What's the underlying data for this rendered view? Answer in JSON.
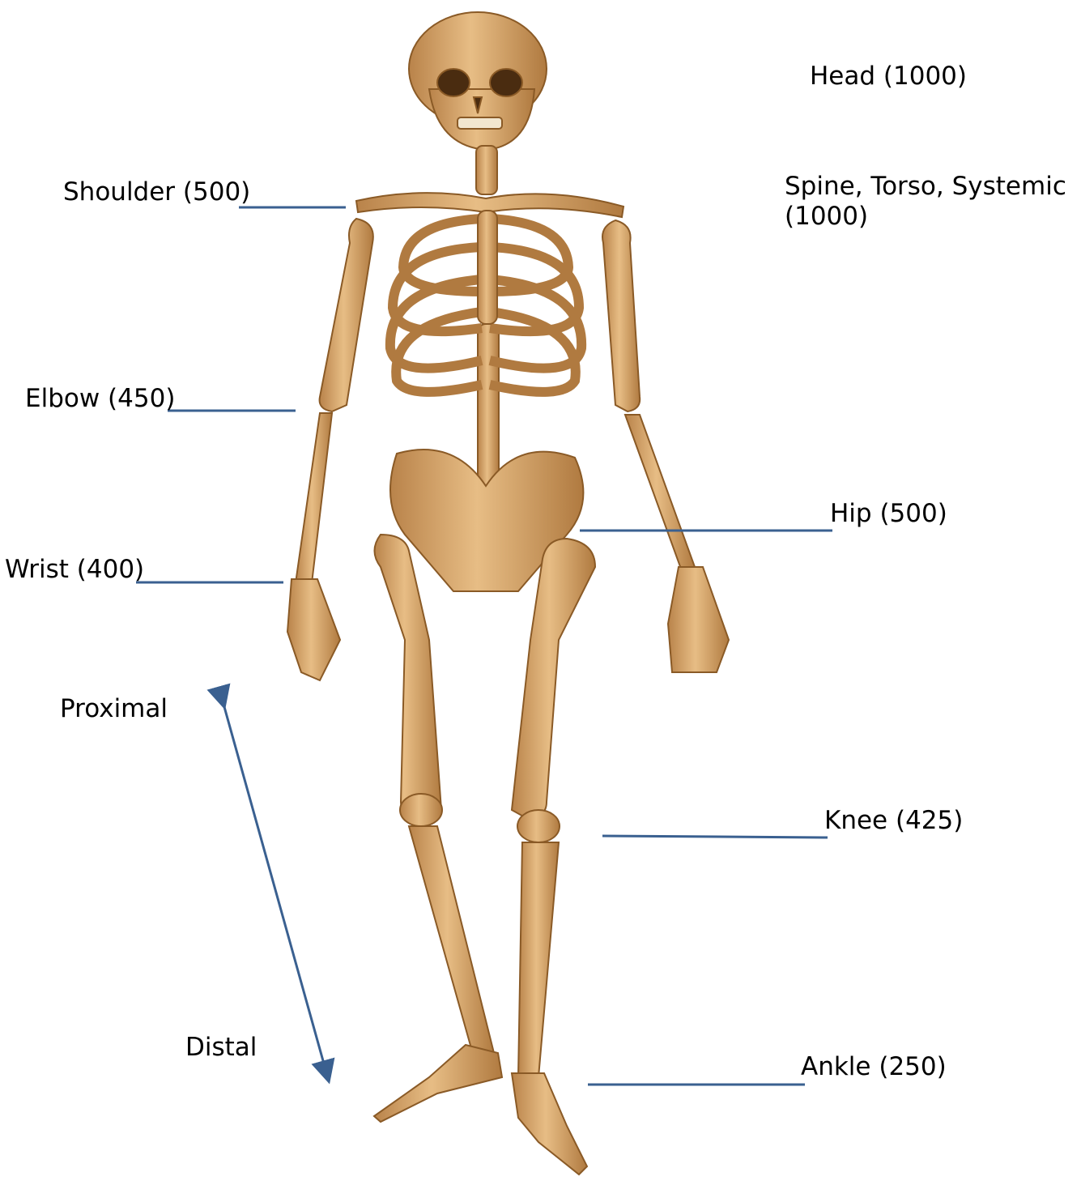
{
  "colors": {
    "leader_line": "#3a6090",
    "bone": "#d9a464",
    "bone_shadow": "#a9753a",
    "bone_highlight": "#f0cc97"
  },
  "labels": {
    "head": "Head (1000)",
    "spine": "Spine, Torso, Systemic (1000)",
    "shoulder": "Shoulder (500)",
    "elbow": "Elbow (450)",
    "wrist": "Wrist (400)",
    "hip": "Hip (500)",
    "knee": "Knee (425)",
    "ankle": "Ankle (250)",
    "proximal": "Proximal",
    "distal": "Distal"
  }
}
